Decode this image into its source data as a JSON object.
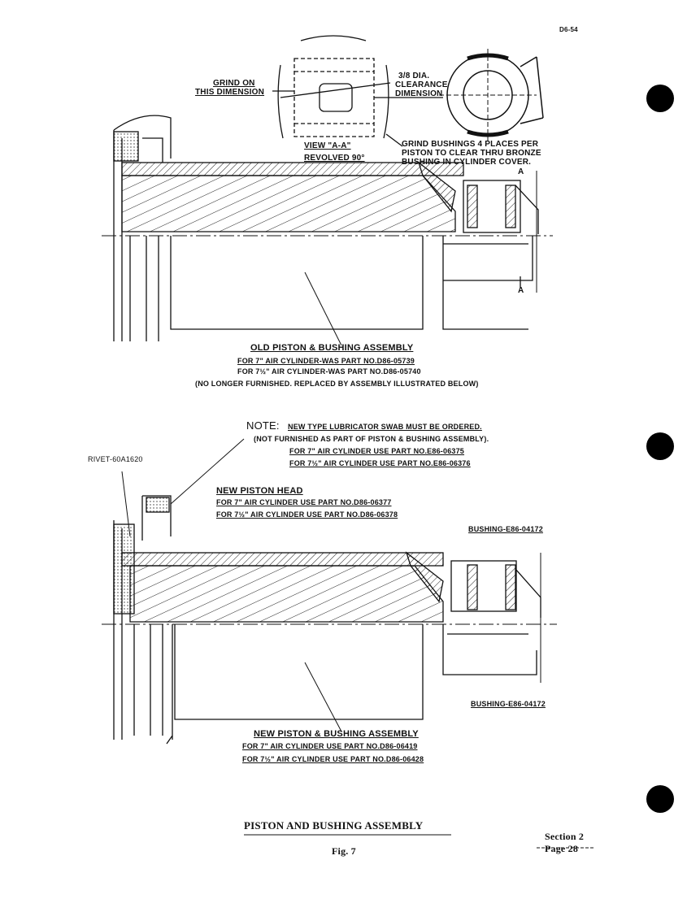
{
  "page_code": "D6-54",
  "top_view": {
    "grind_label": "GRIND ON",
    "grind_label_2": "THIS DIMENSION",
    "clearance_1": "3/8 DIA.",
    "clearance_2": "CLEARANCE",
    "clearance_3": "DIMENSION",
    "view_label": "VIEW \"A-A\"",
    "revolved_label": "REVOLVED 90°",
    "grind_note_1": "GRIND BUSHINGS 4 PLACES PER",
    "grind_note_2": "PISTON TO CLEAR THRU BRONZE",
    "grind_note_3": "BUSHING IN CYLINDER COVER.",
    "section_mark_top": "A",
    "section_mark_bottom": "A"
  },
  "old_assembly": {
    "title": "OLD PISTON & BUSHING ASSEMBLY",
    "line_1": "FOR 7\" AIR CYLINDER-WAS PART NO.D86-05739",
    "line_2": "FOR 7½\" AIR CYLINDER-WAS PART NO.D86-05740",
    "note": "(NO LONGER FURNISHED. REPLACED BY ASSEMBLY ILLUSTRATED BELOW)"
  },
  "note_block": {
    "heading": "NOTE:",
    "line_1": "NEW TYPE LUBRICATOR SWAB MUST BE ORDERED.",
    "line_2": "(NOT FURNISHED AS PART OF PISTON & BUSHING ASSEMBLY).",
    "line_3": "FOR 7\" AIR CYLINDER USE PART NO.E86-06375",
    "line_4": "FOR 7½\" AIR CYLINDER USE PART NO.E86-06376"
  },
  "rivet_label": "RIVET-60A1620",
  "new_piston_head": {
    "title": "NEW PISTON HEAD",
    "line_1": "FOR 7\" AIR CYLINDER USE PART NO.D86-06377",
    "line_2": "FOR 7½\" AIR CYLINDER USE PART NO.D86-06378"
  },
  "bushing_top": "BUSHING-E86-04172",
  "bushing_bottom": "BUSHING-E86-04172",
  "new_assembly": {
    "title": "NEW PISTON & BUSHING ASSEMBLY",
    "line_1": "FOR 7\" AIR CYLINDER USE PART NO.D86-06419",
    "line_2": "FOR 7½\" AIR CYLINDER USE PART NO.D86-06428"
  },
  "figure_title": "PISTON AND BUSHING ASSEMBLY",
  "figure_number": "Fig. 7",
  "section_label": "Section 2",
  "page_label": "Page 28"
}
